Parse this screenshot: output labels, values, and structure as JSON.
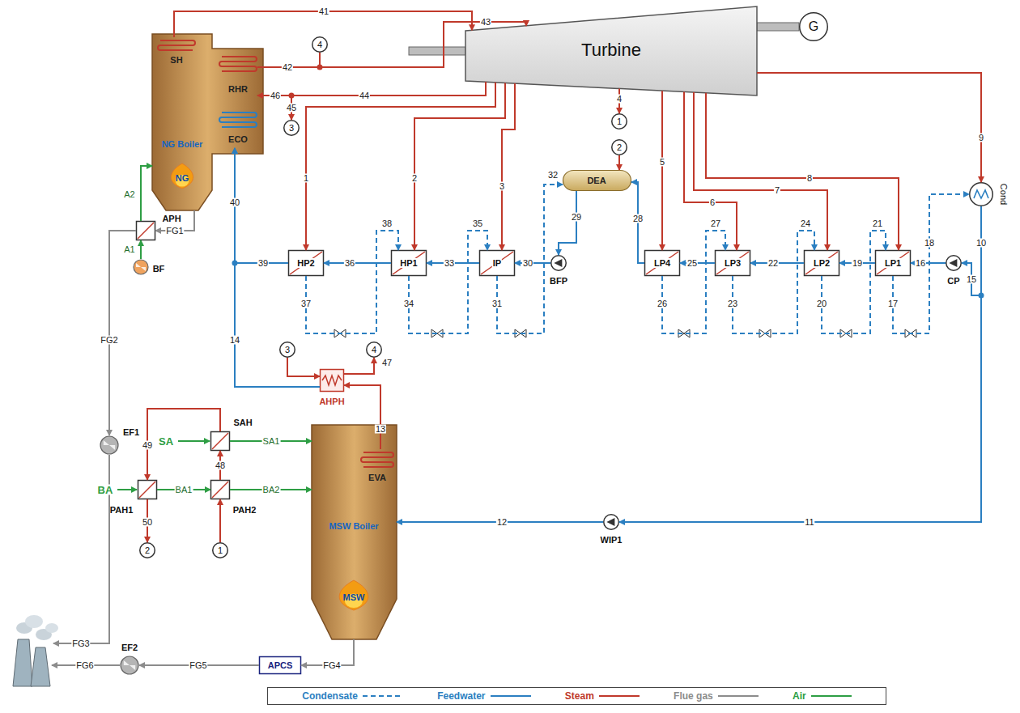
{
  "diagram": {
    "nodes": [
      {
        "text": [
          "NG Boiler"
        ]
      },
      {
        "text": [
          "SH"
        ],
        "in": 0
      },
      {
        "text": [
          "RHR"
        ],
        "in": 0
      },
      {
        "text": [
          "ECO"
        ],
        "in": 0
      },
      {
        "text": [
          "NG"
        ],
        "in": 0
      },
      {
        "text": [
          "Turbine"
        ]
      },
      {
        "text": [
          "G"
        ]
      },
      {
        "text": [
          "4"
        ]
      },
      {
        "text": [
          "3"
        ]
      },
      {
        "text": [
          "1"
        ]
      },
      {
        "text": [
          "2"
        ]
      },
      {
        "text": [
          "DEA"
        ]
      },
      {
        "text": [
          "HP2"
        ]
      },
      {
        "text": [
          "HP1"
        ]
      },
      {
        "text": [
          "IP"
        ]
      },
      {
        "text": [
          "BFP"
        ]
      },
      {
        "text": [
          "LP4"
        ]
      },
      {
        "text": [
          "LP3"
        ]
      },
      {
        "text": [
          "LP2"
        ]
      },
      {
        "text": [
          "LP1"
        ]
      },
      {
        "text": [
          "CP"
        ]
      },
      {
        "text": [
          "Cond"
        ]
      },
      {
        "text": [
          "APH"
        ]
      },
      {
        "text": [
          "BF"
        ]
      },
      {
        "text": [
          "EF1"
        ]
      },
      {
        "text": [
          "AHPH"
        ]
      },
      {
        "text": [
          "3"
        ]
      },
      {
        "text": [
          "4"
        ]
      },
      {
        "text": [
          "MSW Boiler"
        ]
      },
      {
        "text": [
          "EVA"
        ],
        "in": 28
      },
      {
        "text": [
          "MSW"
        ],
        "in": 28
      },
      {
        "text": [
          "WIP1"
        ]
      },
      {
        "text": [
          "SAH"
        ]
      },
      {
        "text": [
          "PAH1"
        ]
      },
      {
        "text": [
          "PAH2"
        ]
      },
      {
        "text": [
          "1"
        ]
      },
      {
        "text": [
          "2"
        ]
      },
      {
        "text": [
          "APCS"
        ]
      },
      {
        "text": [
          "EF2"
        ]
      }
    ],
    "edges": [
      {
        "from": 1,
        "to": 5,
        "arrow": "to",
        "label": "41"
      },
      {
        "from": 2,
        "to": 5,
        "arrow": "to",
        "label": "42"
      },
      {
        "from": 7,
        "to": 5,
        "arrow": "to"
      },
      {
        "from": 5,
        "to": 2,
        "arrow": "to",
        "label": "44"
      },
      {
        "from": 5,
        "to": 8,
        "arrow": "to",
        "label": "45"
      },
      {
        "from": 5,
        "to": 12,
        "arrow": "to",
        "label": "1"
      },
      {
        "from": 5,
        "to": 13,
        "arrow": "to",
        "label": "2"
      },
      {
        "from": 5,
        "to": 14,
        "arrow": "to",
        "label": "3"
      },
      {
        "from": 5,
        "to": 9,
        "arrow": "to",
        "label": "4"
      },
      {
        "from": 10,
        "to": 11,
        "arrow": "to"
      },
      {
        "from": 5,
        "to": 16,
        "arrow": "to",
        "label": "5"
      },
      {
        "from": 5,
        "to": 17,
        "arrow": "to",
        "label": "6"
      },
      {
        "from": 5,
        "to": 18,
        "arrow": "to",
        "label": "7"
      },
      {
        "from": 5,
        "to": 19,
        "arrow": "to",
        "label": "8"
      },
      {
        "from": 5,
        "to": 21,
        "arrow": "to",
        "label": "9"
      },
      {
        "from": 12,
        "to": 13,
        "arrow": "to",
        "label": "37"
      },
      {
        "from": 13,
        "to": 14,
        "arrow": "to",
        "label": "34"
      },
      {
        "from": 14,
        "to": 11,
        "arrow": "to",
        "label": "31"
      },
      {
        "from": 16,
        "to": 17,
        "arrow": "to",
        "label": "26"
      },
      {
        "from": 17,
        "to": 18,
        "arrow": "to",
        "label": "23"
      },
      {
        "from": 18,
        "to": 19,
        "arrow": "to",
        "label": "20"
      },
      {
        "from": 19,
        "to": 21,
        "arrow": "to",
        "label": "17"
      },
      {
        "from": 21,
        "to": 20,
        "arrow": "to",
        "label": "15"
      },
      {
        "from": 21,
        "to": 31,
        "arrow": "to",
        "label": "11"
      },
      {
        "from": 20,
        "to": 19,
        "arrow": "to",
        "label": "16"
      },
      {
        "from": 19,
        "to": 18,
        "arrow": "to",
        "label": "19"
      },
      {
        "from": 18,
        "to": 17,
        "arrow": "to",
        "label": "22"
      },
      {
        "from": 17,
        "to": 16,
        "arrow": "to",
        "label": "25"
      },
      {
        "from": 16,
        "to": 11,
        "arrow": "to",
        "label": "28"
      },
      {
        "from": 11,
        "to": 15,
        "arrow": "to",
        "label": "29"
      },
      {
        "from": 15,
        "to": 14,
        "arrow": "to",
        "label": "30"
      },
      {
        "from": 14,
        "to": 13,
        "arrow": "to",
        "label": "33"
      },
      {
        "from": 13,
        "to": 12,
        "arrow": "to",
        "label": "36"
      },
      {
        "from": 12,
        "to": 3,
        "arrow": "to",
        "label": "39"
      },
      {
        "from": 25,
        "to": 3,
        "arrow": "to",
        "label": "14"
      },
      {
        "from": 31,
        "to": 28,
        "arrow": "to",
        "label": "12"
      },
      {
        "from": 29,
        "to": 25,
        "arrow": "to",
        "label": "13"
      },
      {
        "from": 26,
        "to": 25,
        "arrow": "to"
      },
      {
        "from": 25,
        "to": 27,
        "arrow": "to",
        "label": "47"
      },
      {
        "from": 0,
        "to": 22,
        "arrow": "to",
        "label": "FG1"
      },
      {
        "from": 22,
        "to": 24,
        "arrow": "to",
        "label": "FG2"
      },
      {
        "from": 23,
        "to": 22,
        "arrow": "to",
        "label": "A1"
      },
      {
        "from": 22,
        "to": 0,
        "arrow": "to",
        "label": "A2"
      },
      {
        "from": 28,
        "to": 37,
        "arrow": "to",
        "label": "FG4"
      },
      {
        "from": 37,
        "to": 38,
        "arrow": "to",
        "label": "FG5"
      },
      {
        "from": 32,
        "to": 28,
        "arrow": "to",
        "label": "SA1"
      },
      {
        "from": 33,
        "to": 34,
        "arrow": "to",
        "label": "BA1"
      },
      {
        "from": 34,
        "to": 28,
        "arrow": "to",
        "label": "BA2"
      },
      {
        "from": 35,
        "to": 34,
        "arrow": "to"
      },
      {
        "from": 34,
        "to": 32,
        "arrow": "to",
        "label": "48"
      },
      {
        "from": 32,
        "to": 33,
        "arrow": "to",
        "label": "49"
      },
      {
        "from": 33,
        "to": 36,
        "arrow": "to",
        "label": "50"
      }
    ],
    "labels": [
      "43",
      "46",
      "10",
      "40",
      "38",
      "35",
      "32",
      "27",
      "24",
      "21",
      "18",
      "SA",
      "BA",
      "FG3",
      "FG6"
    ],
    "legend": [
      {
        "text": "Condensate"
      },
      {
        "text": "Feedwater"
      },
      {
        "text": "Steam"
      },
      {
        "text": "Flue gas"
      },
      {
        "text": "Air"
      }
    ]
  }
}
